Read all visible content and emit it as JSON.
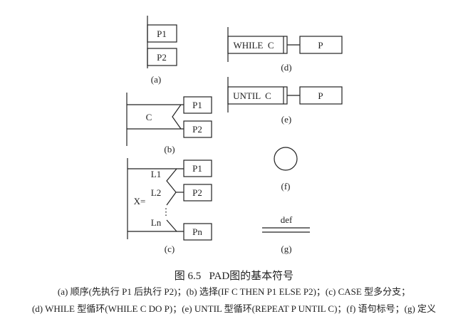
{
  "diagrams": {
    "a": {
      "label": "(a)",
      "boxes": [
        "P1",
        "P2"
      ]
    },
    "b": {
      "label": "(b)",
      "condition": "C",
      "boxes": [
        "P1",
        "P2"
      ]
    },
    "c": {
      "label": "(c)",
      "selector": "X=",
      "cases": [
        "L1",
        "L2",
        "Ln"
      ],
      "boxes": [
        "P1",
        "P2",
        "Pn"
      ],
      "ellipsis": "⋮"
    },
    "d": {
      "label": "(d)",
      "condition": "WHILE  C",
      "body": "P"
    },
    "e": {
      "label": "(e)",
      "condition": "UNTIL  C",
      "body": "P"
    },
    "f": {
      "label": "(f)"
    },
    "g": {
      "label": "(g)",
      "text": "def"
    }
  },
  "caption": {
    "title": "图 6.5   PAD图的基本符号",
    "line1": "(a) 顺序(先执行 P1 后执行 P2)；(b) 选择(IF C THEN P1 ELSE P2)；(c) CASE 型多分支；",
    "line2": "(d) WHILE 型循环(WHILE C DO P)；(e) UNTIL 型循环(REPEAT P UNTIL C)；(f) 语句标号；(g) 定义"
  }
}
